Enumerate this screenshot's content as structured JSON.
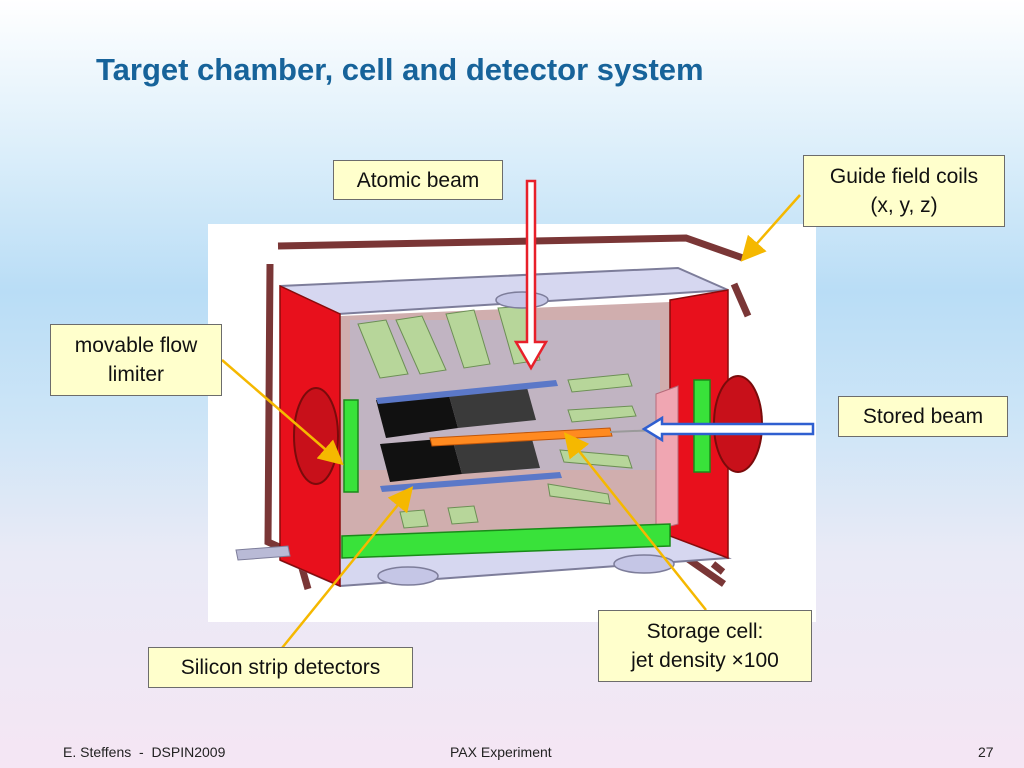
{
  "title": "Target chamber, cell and detector system",
  "labels": {
    "atomic_beam": "Atomic beam",
    "guide_field_line1": "Guide field coils",
    "guide_field_line2": "(x, y, z)",
    "flow_limiter_line1": "movable flow",
    "flow_limiter_line2": "limiter",
    "stored_beam": "Stored beam",
    "storage_cell_line1": "Storage cell:",
    "storage_cell_line2": "jet density ×100",
    "silicon_detectors": "Silicon strip detectors"
  },
  "footer": {
    "author": "E. Steffens  -  DSPIN2009",
    "center": "PAX Experiment",
    "page": "27"
  },
  "colors": {
    "title": "#17639a",
    "label_fill": "#ffffcc",
    "pointer": "#f5b800",
    "atomic_beam_arrow": "#e8202a",
    "stored_beam_arrow": "#2f5fd0",
    "chamber_red": "#e8101c",
    "coil_brown": "#7a3636",
    "green_parts": "#39e23a"
  }
}
